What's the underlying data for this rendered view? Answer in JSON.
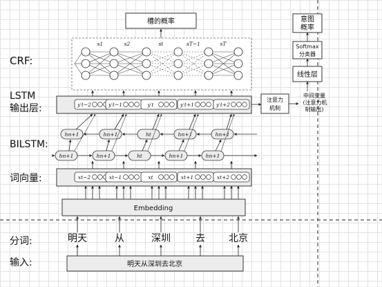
{
  "labels": {
    "crf": "CRF:",
    "lstm_line1": "LSTM",
    "lstm_line2": "输出层:",
    "bilstm": "BILSTM:",
    "word_vec": "词向量:",
    "segment": "分词:",
    "input": "输入:"
  },
  "top_box": "槽的概率",
  "crf_states": [
    "s1",
    "s2",
    "st",
    "sT−1",
    "sT"
  ],
  "lstm_cells": [
    "y′t−2",
    "y′t−1",
    "y′t",
    "y′t+1",
    "y′t+2"
  ],
  "bilstm_upper": [
    "hn+1",
    "hn+1",
    "ht",
    "hn+1",
    "hn+1"
  ],
  "bilstm_lower": [
    "hn+1",
    "hn+1",
    "ht",
    "hn+1",
    "hn+1"
  ],
  "word_vectors": [
    "xt−2",
    "xt−1",
    "xt",
    "xt+1",
    "xt+2"
  ],
  "embedding": "Embedding",
  "tokens": [
    "明天",
    "从",
    "深圳",
    "去",
    "北京"
  ],
  "input_sentence": "明天从深圳去北京",
  "attention": {
    "line1": "注意力",
    "line2": "机制"
  },
  "intermediate": {
    "line1": "中间变量",
    "line2": "(注意力机",
    "line3": "制输出)"
  },
  "linear_layer": "线性层",
  "softmax": {
    "line1": "Softmax",
    "line2": "分类器"
  },
  "intent": {
    "line1": "意图",
    "line2": "概率"
  }
}
